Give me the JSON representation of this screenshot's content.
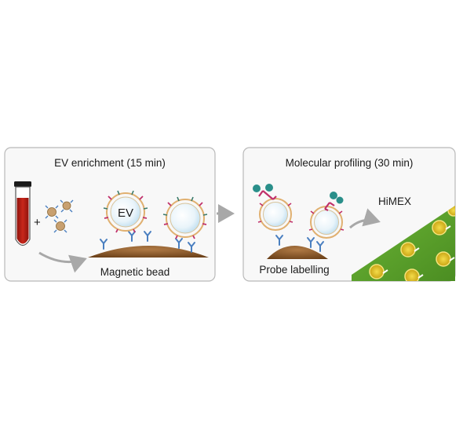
{
  "panels": {
    "left": {
      "title": "EV enrichment (15 min)",
      "plus": "+",
      "ev_label": "EV",
      "bead_label": "Magnetic bead"
    },
    "right": {
      "title": "Molecular profiling (30 min)",
      "probe_label": "Probe labelling",
      "chip_label": "HiMEX"
    }
  },
  "colors": {
    "panel_border": "#b9b9b9",
    "panel_fill": "#f7f7f7",
    "blood": "#b81e14",
    "bead": "#8b5a2b",
    "ev_membrane": "#e0b070",
    "antibody": "#4a7fc0",
    "probe_teal": "#2a8f8a",
    "probe_magenta": "#c0306a",
    "chip_green": "#5aa02c",
    "chip_gold": "#e8c020",
    "arrow": "#a8a8a8"
  },
  "icons": [
    "blood-tube-icon",
    "extracellular-vesicle-icon",
    "magnetic-bead-icon",
    "antibody-icon",
    "probe-icon",
    "sensor-chip-icon",
    "arrow-icon"
  ]
}
